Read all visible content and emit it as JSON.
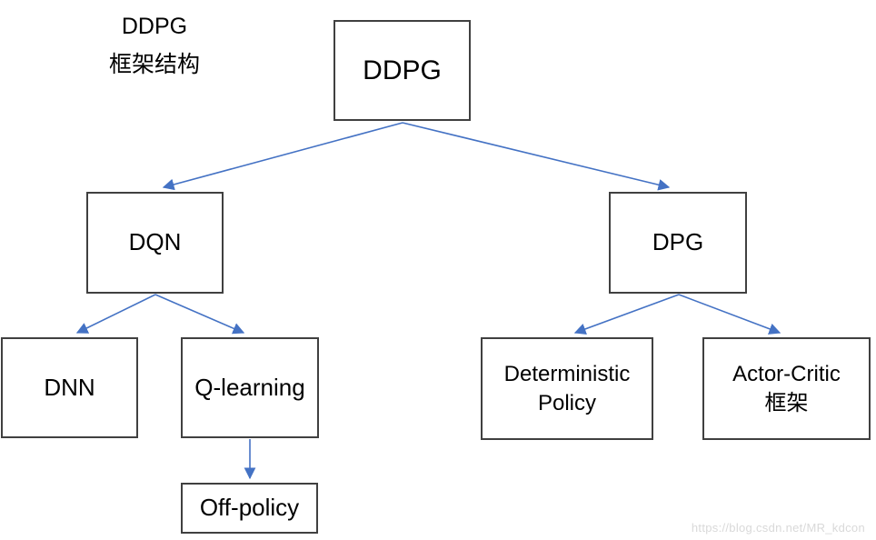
{
  "title": {
    "line1": "DDPG",
    "line2": "框架结构"
  },
  "nodes": {
    "ddpg": {
      "label": "DDPG"
    },
    "dqn": {
      "label": "DQN"
    },
    "dpg": {
      "label": "DPG"
    },
    "dnn": {
      "label": "DNN"
    },
    "qlearning": {
      "label": "Q-learning"
    },
    "deterministic_policy": {
      "label": "Deterministic\nPolicy"
    },
    "actor_critic": {
      "label": "Actor-Critic\n框架"
    },
    "offpolicy": {
      "label": "Off-policy"
    }
  },
  "edges": [
    {
      "from": "DDPG",
      "to": "DQN"
    },
    {
      "from": "DDPG",
      "to": "DPG"
    },
    {
      "from": "DQN",
      "to": "DNN"
    },
    {
      "from": "DQN",
      "to": "Q-learning"
    },
    {
      "from": "DPG",
      "to": "Deterministic Policy"
    },
    {
      "from": "DPG",
      "to": "Actor-Critic 框架"
    },
    {
      "from": "Q-learning",
      "to": "Off-policy"
    }
  ],
  "watermark": "https://blog.csdn.net/MR_kdcon",
  "colors": {
    "arrow": "#4472c4",
    "border": "#404040",
    "text": "#000000",
    "watermark-color": "#d9d9d9"
  }
}
